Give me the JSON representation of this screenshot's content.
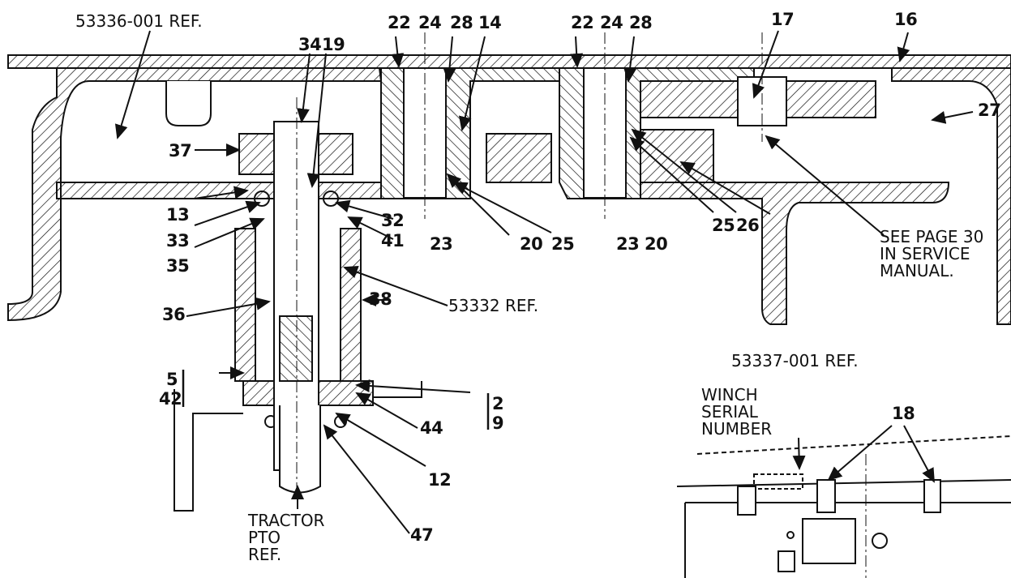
{
  "references": {
    "ref_53336": "53336-001 REF.",
    "ref_53332": "53332 REF.",
    "ref_53337": "53337-001 REF.",
    "note_service": [
      "SEE PAGE 30",
      "IN SERVICE",
      "MANUAL."
    ],
    "winch_serial": [
      "WINCH",
      "SERIAL",
      "NUMBER"
    ],
    "tractor_pto": [
      "TRACTOR",
      "PTO",
      "REF."
    ]
  },
  "callouts": {
    "n22a": "22",
    "n24a": "24",
    "n28a": "28",
    "n14": "14",
    "n22b": "22",
    "n24b": "24",
    "n28b": "28",
    "n17": "17",
    "n16": "16",
    "n27": "27",
    "n34": "34",
    "n19": "19",
    "n37": "37",
    "n13": "13",
    "n33": "33",
    "n35": "35",
    "n36": "36",
    "n32": "32",
    "n41": "41",
    "n23a": "23",
    "n20a": "20",
    "n25a": "25",
    "n23b": "23",
    "n20b": "20",
    "n25b": "25",
    "n26": "26",
    "n38": "38",
    "n5": "5",
    "n42": "42",
    "n2": "2",
    "n9": "9",
    "n44": "44",
    "n12": "12",
    "n47": "47",
    "n18": "18"
  }
}
